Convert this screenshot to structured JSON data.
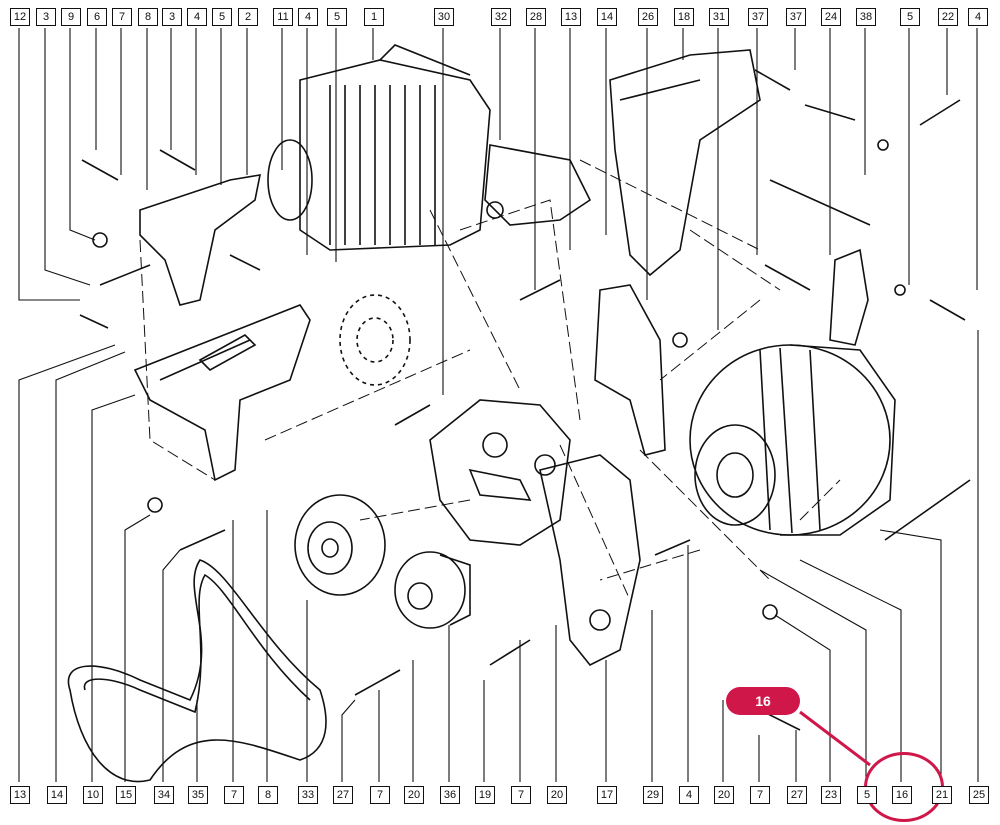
{
  "diagram": {
    "top_labels": [
      "12",
      "3",
      "9",
      "6",
      "7",
      "8",
      "3",
      "4",
      "5",
      "2",
      "11",
      "4",
      "5",
      "1",
      "30",
      "32",
      "28",
      "13",
      "14",
      "26",
      "18",
      "31",
      "37",
      "37",
      "24",
      "38",
      "5",
      "22",
      "4"
    ],
    "bottom_labels": [
      "13",
      "14",
      "10",
      "15",
      "34",
      "35",
      "7",
      "8",
      "33",
      "27",
      "7",
      "20",
      "36",
      "19",
      "7",
      "20",
      "17",
      "29",
      "4",
      "20",
      "7",
      "27",
      "23",
      "5",
      "16",
      "21",
      "25"
    ],
    "highlight": {
      "label": "16",
      "color": "#d0174a"
    }
  }
}
